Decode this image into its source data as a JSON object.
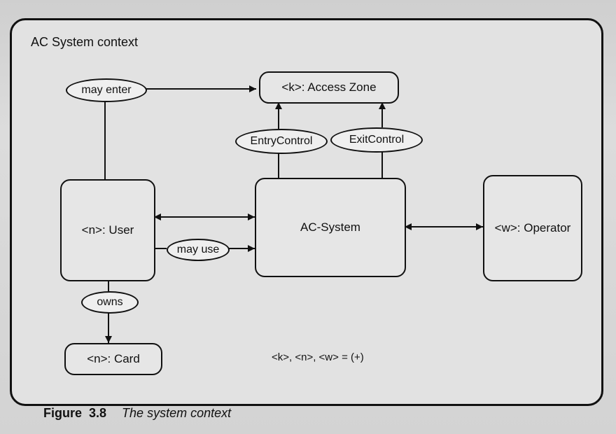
{
  "diagram": {
    "context_title": "AC System context",
    "nodes": {
      "access_zone": "<k>: Access Zone",
      "user": "<n>: User",
      "ac_system": "AC-System",
      "operator": "<w>: Operator",
      "card": "<n>: Card"
    },
    "relations": {
      "may_enter": "may enter",
      "entry_control": "EntryControl",
      "exit_control": "ExitControl",
      "may_use": "may use",
      "owns": "owns"
    },
    "multiplicity": "<k>, <n>,  <w> = (+)"
  },
  "caption": {
    "label": "Figure",
    "number": "3.8",
    "title": "The system context"
  }
}
